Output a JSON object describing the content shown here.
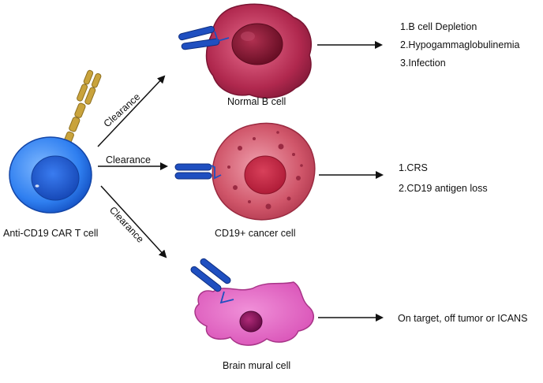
{
  "car_t": {
    "label": "Anti-CD19 CAR T cell"
  },
  "targets": [
    {
      "name": "Normal B cell",
      "arrow_label": "Clearance",
      "outcomes": [
        "1.B cell Depletion",
        "2.Hypogammaglobulinemia",
        "3.Infection"
      ]
    },
    {
      "name": "CD19+ cancer cell",
      "arrow_label": "Clearance",
      "outcomes": [
        "1.CRS",
        "2.CD19 antigen loss"
      ]
    },
    {
      "name": "Brain mural cell",
      "arrow_label": "Clearance",
      "outcomes": [
        "On target, off tumor or ICANS"
      ]
    }
  ],
  "colors": {
    "car_t_cell": "#2f7ff0",
    "car_t_nucleus": "#1f5fd0",
    "car_receptor": "#c9a33c",
    "antibody": "#1f4fc0",
    "normal_b_cell": "#b0284e",
    "cancer_cell": "#d0566a",
    "mural_cell": "#d850b6"
  }
}
